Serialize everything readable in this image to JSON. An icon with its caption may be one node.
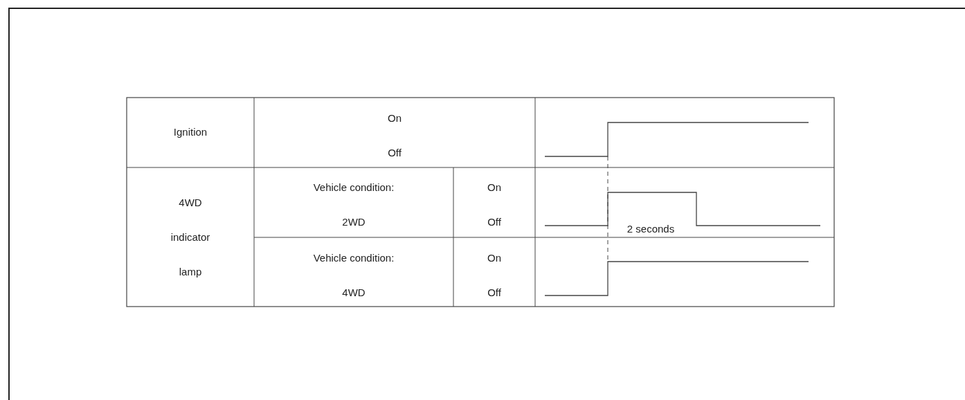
{
  "diagram": {
    "labels": [
      "Ignition",
      "On",
      "Off",
      "4WD indicator lamp",
      "Vehicle condition: 2WD",
      "On",
      "Off",
      "2 seconds",
      "Vehicle condition: 4WD",
      "On",
      "Off"
    ]
  }
}
